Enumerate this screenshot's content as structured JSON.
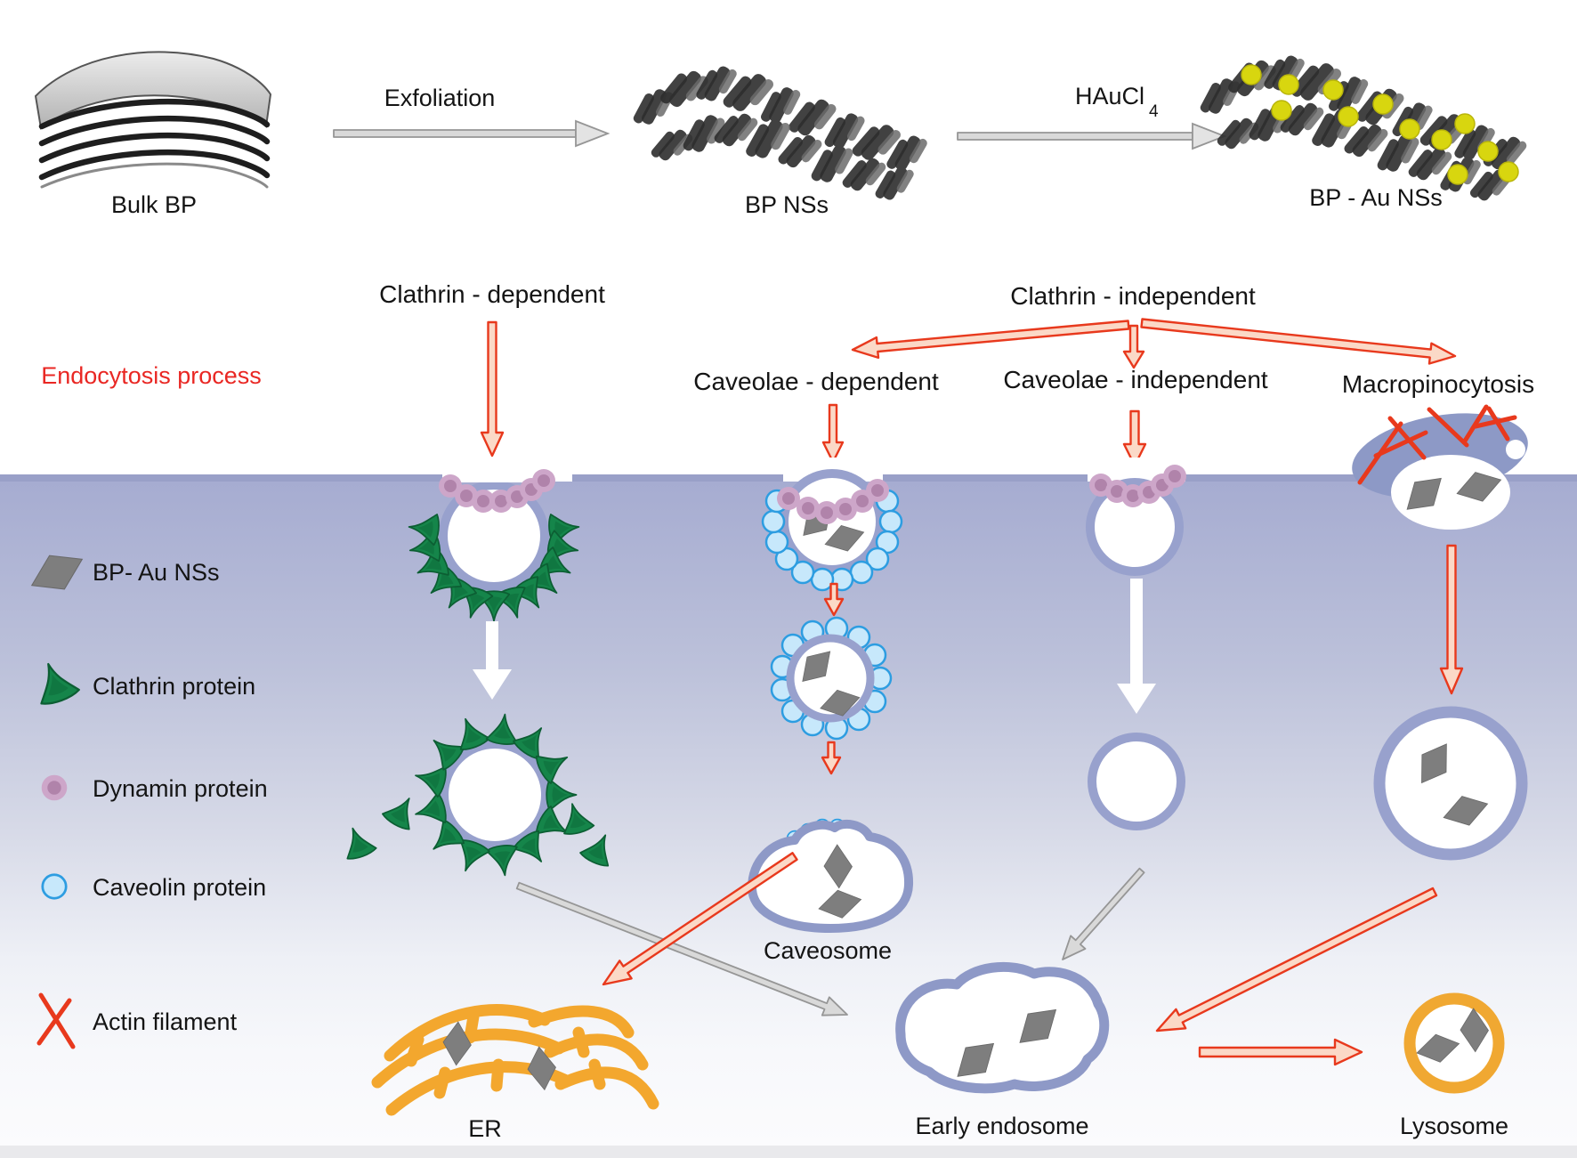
{
  "synthesis_row": {
    "bulk_bp": "Bulk BP",
    "exfoliation": "Exfoliation",
    "bp_nss": "BP NSs",
    "haucl4_base": "HAuCl",
    "haucl4_sub": "4",
    "bp_au_nss": "BP - Au NSs"
  },
  "pathway_labels": {
    "endocytosis": "Endocytosis process",
    "clathrin_dependent": "Clathrin - dependent",
    "clathrin_independent": "Clathrin - independent",
    "caveolae_dependent": "Caveolae - dependent",
    "caveolae_independent": "Caveolae - independent",
    "macropinocytosis": "Macropinocytosis"
  },
  "legend": {
    "items": [
      {
        "icon": "bp-au-ns-icon",
        "label": "BP- Au NSs"
      },
      {
        "icon": "clathrin-protein-icon",
        "label": "Clathrin protein"
      },
      {
        "icon": "dynamin-protein-icon",
        "label": "Dynamin protein"
      },
      {
        "icon": "caveolin-protein-icon",
        "label": "Caveolin protein"
      },
      {
        "icon": "actin-filament-icon",
        "label": "Actin filament"
      }
    ]
  },
  "organelles": {
    "caveosome": "Caveosome",
    "er": "ER",
    "early_endosome": "Early endosome",
    "lysosome": "Lysosome"
  },
  "colors": {
    "membrane_top": "#a6acd1",
    "membrane_edge": "#99a0c8",
    "vesicle_rim": "#98a1cd",
    "clathrin_green": "#15854a",
    "dynamin_pink": "#cda6c9",
    "caveolin_fill": "#c7e8fb",
    "caveolin_stroke": "#2d9de1",
    "nanosheet_gray": "#7e7e7e",
    "gold_dot": "#d8d60f",
    "er_orange": "#f3a72e",
    "lysosome_orange": "#f0a832",
    "arrow_red": "#e8391d",
    "arrow_gray": "#d9d9d9",
    "text_red": "#e92723"
  }
}
